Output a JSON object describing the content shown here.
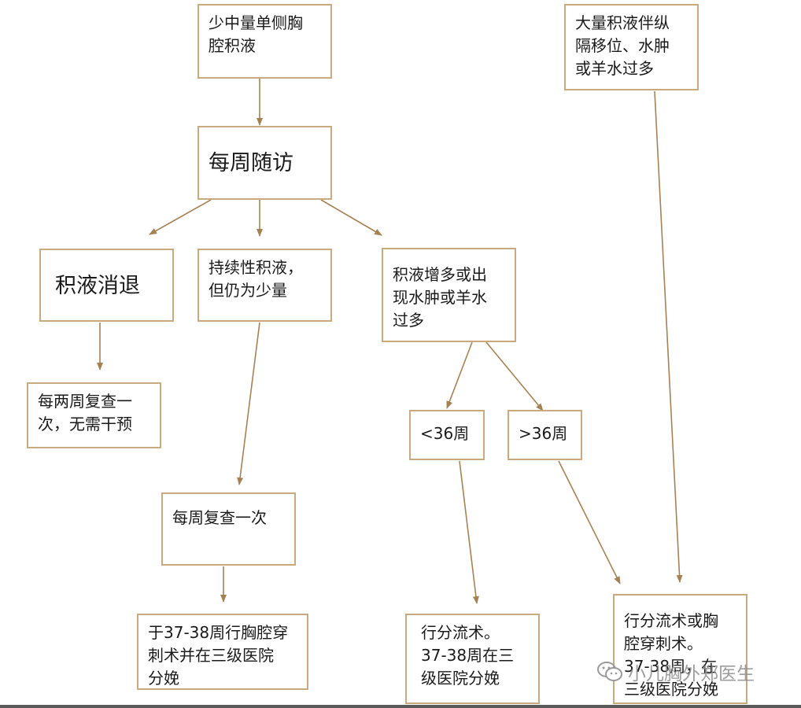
{
  "nodes": {
    "small_effusion": "少中量单侧胸\n腔积液",
    "weekly_followup": "每周随访",
    "resolved": "积液消退",
    "persistent_small": "持续性积液，\n但仍为少量",
    "increase_hydrops": "积液增多或出\n现水肿或羊水\n过多",
    "large_effusion": "大量积液伴纵\n隔移位、水肿\n或羊水过多",
    "biweekly_no_intervention": "每两周复查一\n次，无需干预",
    "weekly_recheck": "每周复查一次",
    "lt36": "<36周",
    "gt36": ">36周",
    "thoracentesis_37_38": "于37-38周行胸腔穿\n刺术并在三级医院\n分娩",
    "shunt_37_38": "行分流术。\n37-38周在三\n级医院分娩",
    "shunt_or_thoracentesis": "行分流术或胸\n腔穿刺术。\n37-38周，在\n三级医院分娩"
  },
  "watermark": {
    "text": "小儿胸外郑医生",
    "icon": "wechat-icon"
  },
  "colors": {
    "border": "#c9a97e",
    "arrow": "#a58254",
    "text": "#1a1a1a"
  }
}
